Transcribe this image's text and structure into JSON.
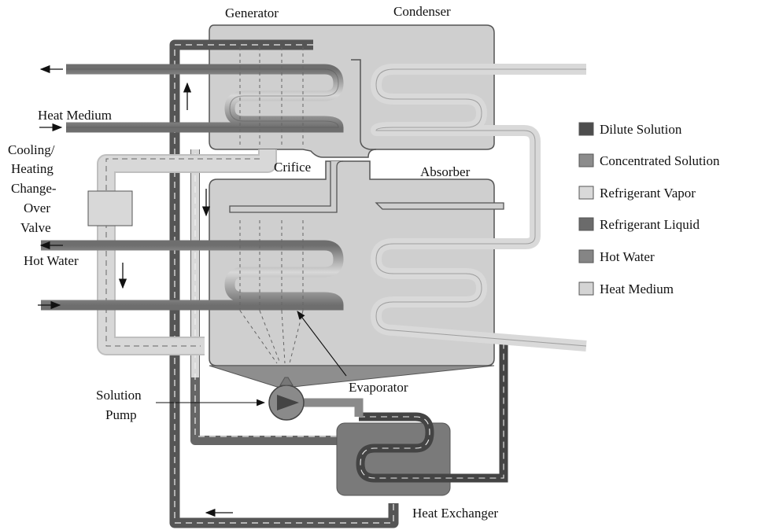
{
  "labels": {
    "generator": "Generator",
    "condenser": "Condenser",
    "heat_medium": "Heat Medium",
    "cooling_line1": "Cooling/",
    "cooling_line2": "Heating",
    "cooling_line3": "Change-",
    "cooling_line4": "Over",
    "cooling_line5": "Valve",
    "crifice": "Crifice",
    "absorber": "Absorber",
    "hot_water": "Hot Water",
    "evaporator": "Evaporator",
    "solution_line1": "Solution",
    "solution_line2": "Pump",
    "heat_exchanger": "Heat Exchanger"
  },
  "legend": [
    {
      "label": "Dilute Solution",
      "color": "#4d4d4d"
    },
    {
      "label": "Concentrated Solution",
      "color": "#8c8c8c"
    },
    {
      "label": "Refrigerant Vapor",
      "color": "#d9d9d9"
    },
    {
      "label": "Refrigerant Liquid",
      "color": "#6b6b6b"
    },
    {
      "label": "Hot Water",
      "color": "#858585"
    },
    {
      "label": "Heat Medium",
      "color": "#d4d4d4"
    }
  ],
  "colors": {
    "vessel": "#cfcfcf",
    "tube_dark": "#5a5a5a",
    "tube_light": "#dcdcdc",
    "tube_mid": "#9a9a9a",
    "exchanger": "#7a7a7a"
  }
}
